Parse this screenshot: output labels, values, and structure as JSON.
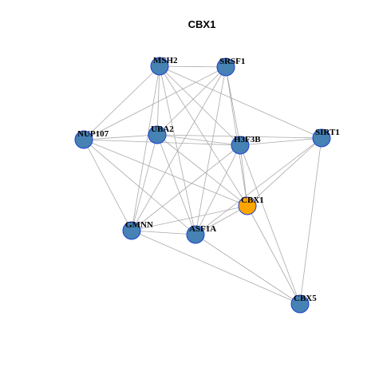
{
  "title": "CBX1",
  "colors": {
    "node_default": "#4682b4",
    "node_highlight": "#ffa500",
    "node_border": "#1a3fd6",
    "edge": "#aaaaaa"
  },
  "nodes": [
    {
      "id": "MSH2",
      "label": "MSH2",
      "highlight": false
    },
    {
      "id": "SRSF1",
      "label": "SRSF1",
      "highlight": false
    },
    {
      "id": "NUP107",
      "label": "NUP107",
      "highlight": false
    },
    {
      "id": "UBA2",
      "label": "UBA2",
      "highlight": false
    },
    {
      "id": "H3F3B",
      "label": "H3F3B",
      "highlight": false
    },
    {
      "id": "SIRT1",
      "label": "SIRT1",
      "highlight": false
    },
    {
      "id": "CBX1",
      "label": "CBX1",
      "highlight": true
    },
    {
      "id": "GMNN",
      "label": "GMNN",
      "highlight": false
    },
    {
      "id": "ASF1A",
      "label": "ASF1A",
      "highlight": false
    },
    {
      "id": "CBX5",
      "label": "CBX5",
      "highlight": false
    }
  ],
  "edges": [
    [
      "MSH2",
      "SRSF1"
    ],
    [
      "MSH2",
      "NUP107"
    ],
    [
      "MSH2",
      "UBA2"
    ],
    [
      "MSH2",
      "H3F3B"
    ],
    [
      "MSH2",
      "SIRT1"
    ],
    [
      "MSH2",
      "CBX1"
    ],
    [
      "MSH2",
      "GMNN"
    ],
    [
      "MSH2",
      "ASF1A"
    ],
    [
      "SRSF1",
      "NUP107"
    ],
    [
      "SRSF1",
      "UBA2"
    ],
    [
      "SRSF1",
      "H3F3B"
    ],
    [
      "SRSF1",
      "CBX1"
    ],
    [
      "SRSF1",
      "GMNN"
    ],
    [
      "SRSF1",
      "ASF1A"
    ],
    [
      "NUP107",
      "UBA2"
    ],
    [
      "NUP107",
      "H3F3B"
    ],
    [
      "NUP107",
      "GMNN"
    ],
    [
      "NUP107",
      "ASF1A"
    ],
    [
      "NUP107",
      "CBX1"
    ],
    [
      "UBA2",
      "H3F3B"
    ],
    [
      "UBA2",
      "GMNN"
    ],
    [
      "UBA2",
      "ASF1A"
    ],
    [
      "UBA2",
      "CBX1"
    ],
    [
      "UBA2",
      "SIRT1"
    ],
    [
      "H3F3B",
      "SIRT1"
    ],
    [
      "H3F3B",
      "CBX1"
    ],
    [
      "H3F3B",
      "GMNN"
    ],
    [
      "H3F3B",
      "ASF1A"
    ],
    [
      "H3F3B",
      "CBX5"
    ],
    [
      "SIRT1",
      "CBX1"
    ],
    [
      "SIRT1",
      "ASF1A"
    ],
    [
      "SIRT1",
      "CBX5"
    ],
    [
      "CBX1",
      "GMNN"
    ],
    [
      "CBX1",
      "ASF1A"
    ],
    [
      "CBX1",
      "CBX5"
    ],
    [
      "GMNN",
      "ASF1A"
    ],
    [
      "GMNN",
      "CBX5"
    ],
    [
      "ASF1A",
      "CBX5"
    ]
  ]
}
